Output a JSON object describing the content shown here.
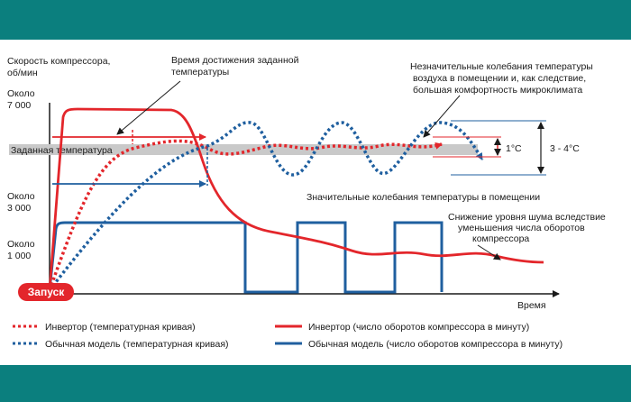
{
  "colors": {
    "frame": "#0b7f7e",
    "inverter_red": "#e3262b",
    "conventional_blue": "#1f5f9f",
    "target_band": "#c9c9c9",
    "start_badge": "#e3262b"
  },
  "y_axis": {
    "title_line1": "Скорость компрессора,",
    "title_line2": "об/мин",
    "tick_7000_line1": "Около",
    "tick_7000_line2": "7 000",
    "tick_3000_line1": "Около",
    "tick_3000_line2": "3 000",
    "tick_1000_line1": "Около",
    "tick_1000_line2": "1 000"
  },
  "x_axis": {
    "label": "Время"
  },
  "start_label": "Запуск",
  "target_label": "Заданная температура",
  "annotations": {
    "time_to_target_line1": "Время достижения заданной",
    "time_to_target_line2": "температуры",
    "small_fluct_line1": "Незначительные колебания температуры",
    "small_fluct_line2": "воздуха в помещении и, как следствие,",
    "small_fluct_line3": "большая комфортность микроклимата",
    "large_fluct": "Значительные колебания температуры в помещении",
    "noise_line1": "Снижение уровня шума вследствие",
    "noise_line2": "уменьшения числа оборотов",
    "noise_line3": "компрессора",
    "delta_inverter": "1°C",
    "delta_conventional": "3 - 4°C"
  },
  "legend": {
    "inverter_temp": "Инвертор (температурная кривая)",
    "conventional_temp": "Обычная модель (температурная кривая)",
    "inverter_rpm": "Инвертор (число оборотов компрессора в минуту)",
    "conventional_rpm": "Обычная модель (число оборотов компрессора в минуту)"
  }
}
